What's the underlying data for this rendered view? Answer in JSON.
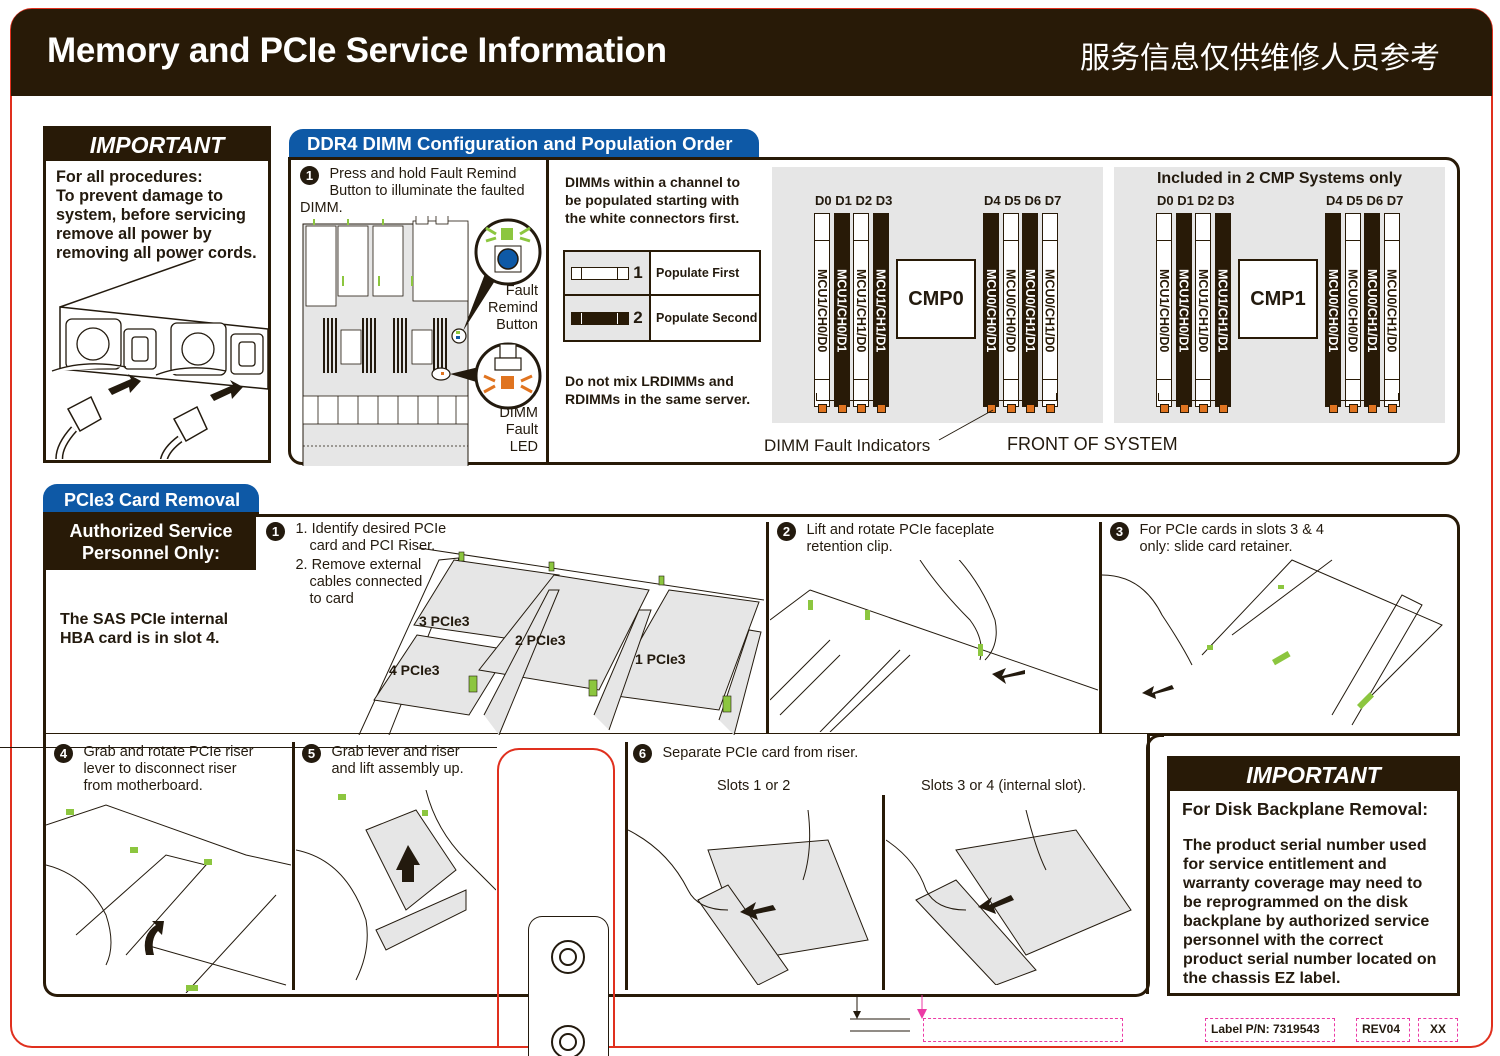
{
  "header": {
    "title": "Memory and PCIe Service Information",
    "title_cn": "服务信息仅供维修人员参考"
  },
  "important_left": {
    "heading": "IMPORTANT",
    "lines": [
      "For all procedures:",
      "To prevent damage to",
      "system, before servicing",
      "remove all power by",
      "removing all power cords."
    ]
  },
  "ddr4": {
    "tab_label": "DDR4 DIMM Configuration and Population Order",
    "step1": {
      "number": "1",
      "lines": [
        "Press and hold Fault Remind",
        "Button to illuminate the faulted",
        "DIMM."
      ]
    },
    "callouts": {
      "fault_remind": [
        "Fault",
        "Remind",
        "Button"
      ],
      "dimm_fault_led": [
        "DIMM",
        "Fault",
        "LED"
      ]
    },
    "note_populate": [
      "DIMMs within a channel to",
      "be populated starting with",
      "the white connectors first."
    ],
    "legend": [
      {
        "number": "1",
        "label": "Populate First",
        "color": "white"
      },
      {
        "number": "2",
        "label": "Populate Second",
        "color": "black"
      }
    ],
    "note_mix": [
      "Do not mix LRDIMMs and",
      "RDIMMs in the same server."
    ],
    "cmp0": {
      "name": "CMP0",
      "left_heads": "D0 D1 D2 D3",
      "right_heads": "D4 D5 D6 D7",
      "left_dimms": [
        {
          "label": "MCU1/CH0/D0",
          "color": "white"
        },
        {
          "label": "MCU1/CH0/D1",
          "color": "black"
        },
        {
          "label": "MCU1/CH1/D0",
          "color": "white"
        },
        {
          "label": "MCU1/CH1/D1",
          "color": "black"
        }
      ],
      "right_dimms": [
        {
          "label": "MCU0/CH0/D1",
          "color": "black"
        },
        {
          "label": "MCU0/CH0/D0",
          "color": "white"
        },
        {
          "label": "MCU0/CH1/D1",
          "color": "black"
        },
        {
          "label": "MCU0/CH1/D0",
          "color": "white"
        }
      ]
    },
    "cmp1": {
      "caption": "Included in 2 CMP Systems only",
      "name": "CMP1",
      "left_heads": "D0 D1 D2 D3",
      "right_heads": "D4 D5 D6 D7",
      "left_dimms": [
        {
          "label": "MCU1/CH0/D0",
          "color": "white"
        },
        {
          "label": "MCU1/CH0/D1",
          "color": "black"
        },
        {
          "label": "MCU1/CH1/D0",
          "color": "white"
        },
        {
          "label": "MCU1/CH1/D1",
          "color": "black"
        }
      ],
      "right_dimms": [
        {
          "label": "MCU0/CH0/D1",
          "color": "black"
        },
        {
          "label": "MCU0/CH0/D0",
          "color": "white"
        },
        {
          "label": "MCU0/CH1/D1",
          "color": "black"
        },
        {
          "label": "MCU0/CH1/D0",
          "color": "white"
        }
      ]
    },
    "fault_indicators_label": "DIMM Fault Indicators",
    "front_label": "FRONT OF SYSTEM"
  },
  "pcie": {
    "tab_label": "PCIe3 Card Removal",
    "auth_heading": [
      "Authorized Service",
      "Personnel Only:"
    ],
    "auth_body": [
      "The SAS PCIe internal",
      "HBA card is in slot 4."
    ],
    "steps": [
      {
        "number": "1",
        "lines": [
          "1. Identify desired PCIe",
          "card and PCI Riser.",
          "2. Remove external",
          "cables connected",
          "to card"
        ]
      },
      {
        "number": "2",
        "lines": [
          "Lift and rotate PCIe faceplate",
          "retention clip."
        ]
      },
      {
        "number": "3",
        "lines": [
          "For PCIe cards in slots 3 & 4",
          "only: slide card retainer."
        ]
      },
      {
        "number": "4",
        "lines": [
          "Grab and rotate PCIe riser",
          "lever to disconnect riser",
          "from motherboard."
        ]
      },
      {
        "number": "5",
        "lines": [
          "Grab lever and riser",
          "and lift assembly up."
        ]
      },
      {
        "number": "6",
        "lines": [
          "Separate PCIe card from riser."
        ]
      }
    ],
    "slot_labels": [
      "3 PCIe3",
      "2 PCIe3",
      "4 PCIe3",
      "1 PCIe3"
    ],
    "step6_captions": [
      "Slots 1 or 2",
      "Slots 3 or 4 (internal slot)."
    ]
  },
  "important_right": {
    "heading": "IMPORTANT",
    "subheading": "For Disk Backplane Removal:",
    "lines": [
      "The product serial number used",
      "for service entitlement and",
      "warranty coverage may need to",
      "be reprogrammed on the disk",
      "backplane by authorized service",
      "personnel with the correct",
      "product serial number located on",
      "the chassis EZ label."
    ]
  },
  "footer": {
    "label_pn": "Label P/N: 7319543",
    "rev": "REV04",
    "xx": "XX"
  },
  "colors": {
    "header_bg": "#281a07",
    "tab_blue": "#0e59a6",
    "cut_line_red": "#e0301e",
    "fault_led_orange": "#e07420",
    "accent_green": "#8cc63f",
    "button_blue": "#0e59a6",
    "dashed_magenta": "#ec3aa5",
    "panel_gray": "#e6e6e6"
  }
}
